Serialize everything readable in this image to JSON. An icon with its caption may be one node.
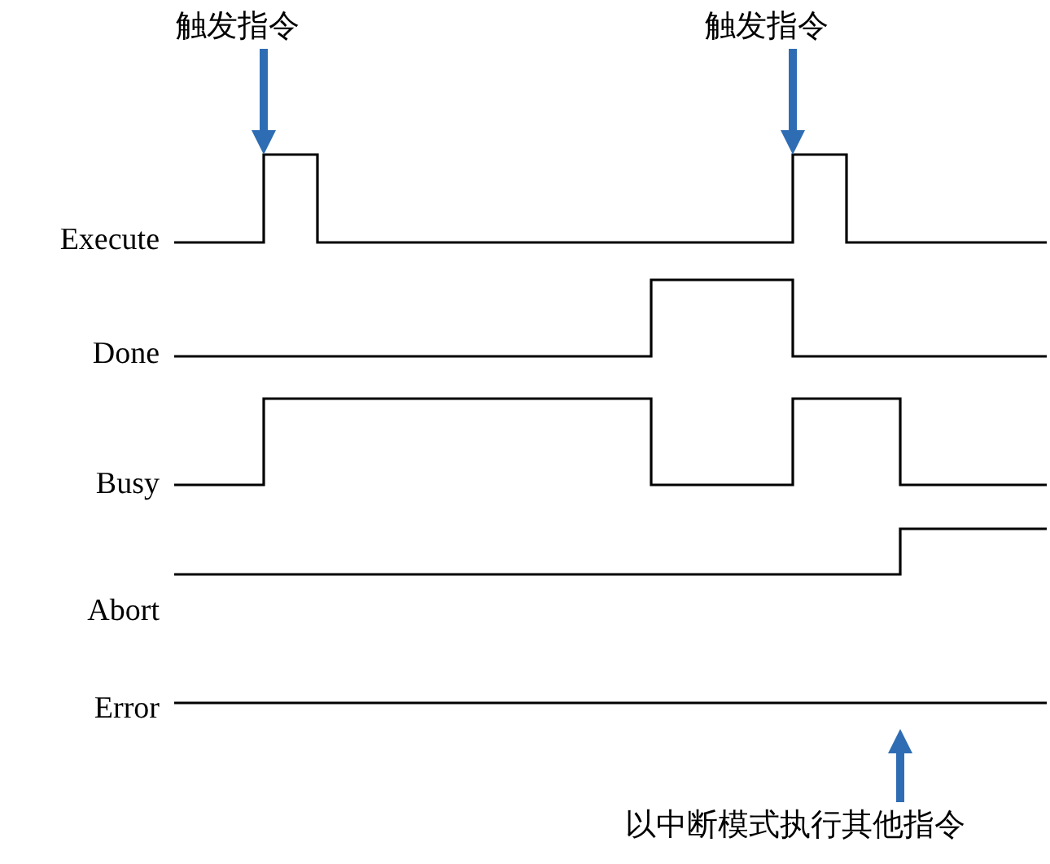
{
  "diagram": {
    "nodes": [
      {
        "text": [
          "触发指令"
        ]
      },
      {
        "text": [
          "触发指令"
        ]
      },
      {
        "text": [
          "以中断模式执行其他指令"
        ]
      }
    ],
    "edges": [
      {
        "from": 0,
        "to": null,
        "arrow": "to"
      },
      {
        "from": 1,
        "to": null,
        "arrow": "to"
      },
      {
        "from": 2,
        "to": null,
        "arrow": "to"
      }
    ],
    "labels": [
      "Execute",
      "Done",
      "Busy",
      "Abort",
      "Error"
    ]
  }
}
